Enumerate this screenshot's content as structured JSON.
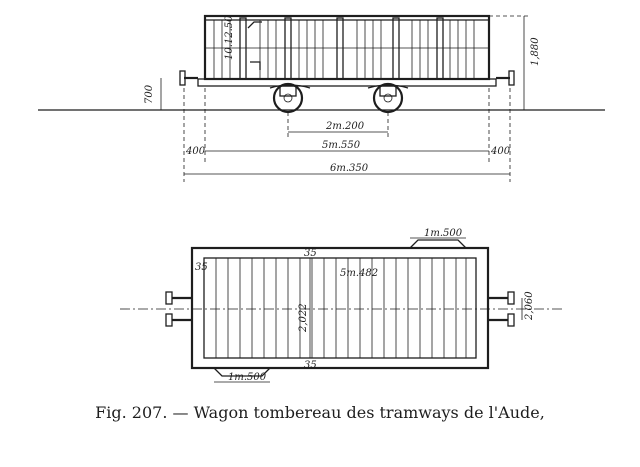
{
  "figure": {
    "caption_number": "Fig. 207.",
    "caption_dash": "—",
    "caption_text": "Wagon tombereau des tramways de l'Aude,"
  },
  "side_view": {
    "side_marking": "10.12.50",
    "dimensions": {
      "height_total": "1,880",
      "axle_height": "700",
      "overhang_left": "400",
      "overhang_right": "400",
      "wheelbase": "2m.200",
      "body_length": "5m.550",
      "total_length": "6m.350"
    }
  },
  "plan_view": {
    "dimensions": {
      "top_door_width": "1m.500",
      "bottom_door_width": "1m.500",
      "inner_length": "5m.482",
      "inner_width": "2,022",
      "outer_width": "2,060",
      "corner_top_left": "35",
      "corner_top_mid": "35",
      "corner_bottom_mid": "35"
    }
  }
}
